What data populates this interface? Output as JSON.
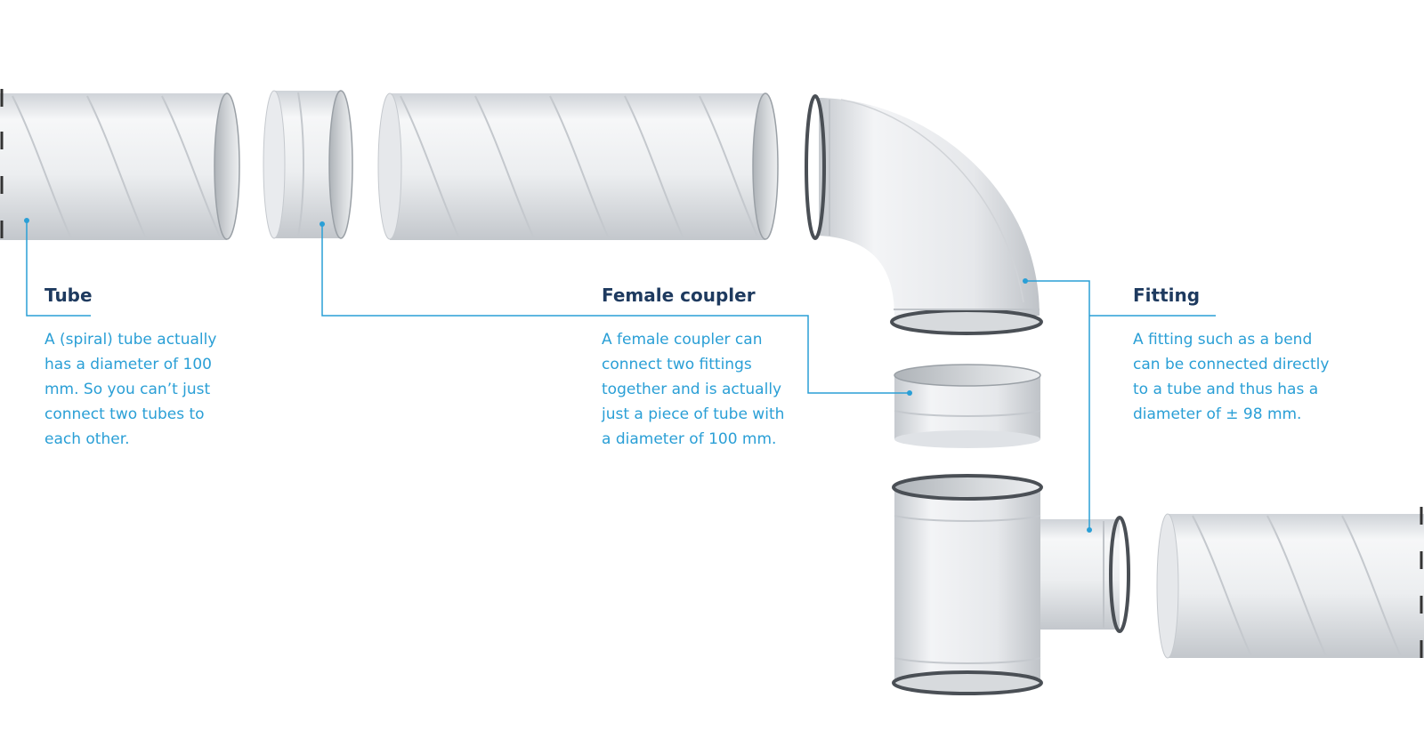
{
  "labels": {
    "tube": {
      "title": "Tube",
      "text": "A (spiral) tube actually has a diameter of 100 mm. So you can’t just connect two tubes to each other."
    },
    "female_coupler": {
      "title": "Female coupler",
      "text": "A female coupler can connect two fittings together and is actually just a piece of tube with a diameter of 100 mm."
    },
    "fitting": {
      "title": "Fitting",
      "text": "A fitting such as a bend can be connected directly to a tube and thus has a diameter of ± 98 mm."
    }
  },
  "colors": {
    "title": "#1e3a5f",
    "text": "#2a9fd6",
    "leader": "#2a9fd6",
    "pipe_light": "#f3f4f6",
    "pipe_mid": "#dfe2e6",
    "pipe_dark": "#c2c6cb",
    "rim": "#6e7378"
  }
}
